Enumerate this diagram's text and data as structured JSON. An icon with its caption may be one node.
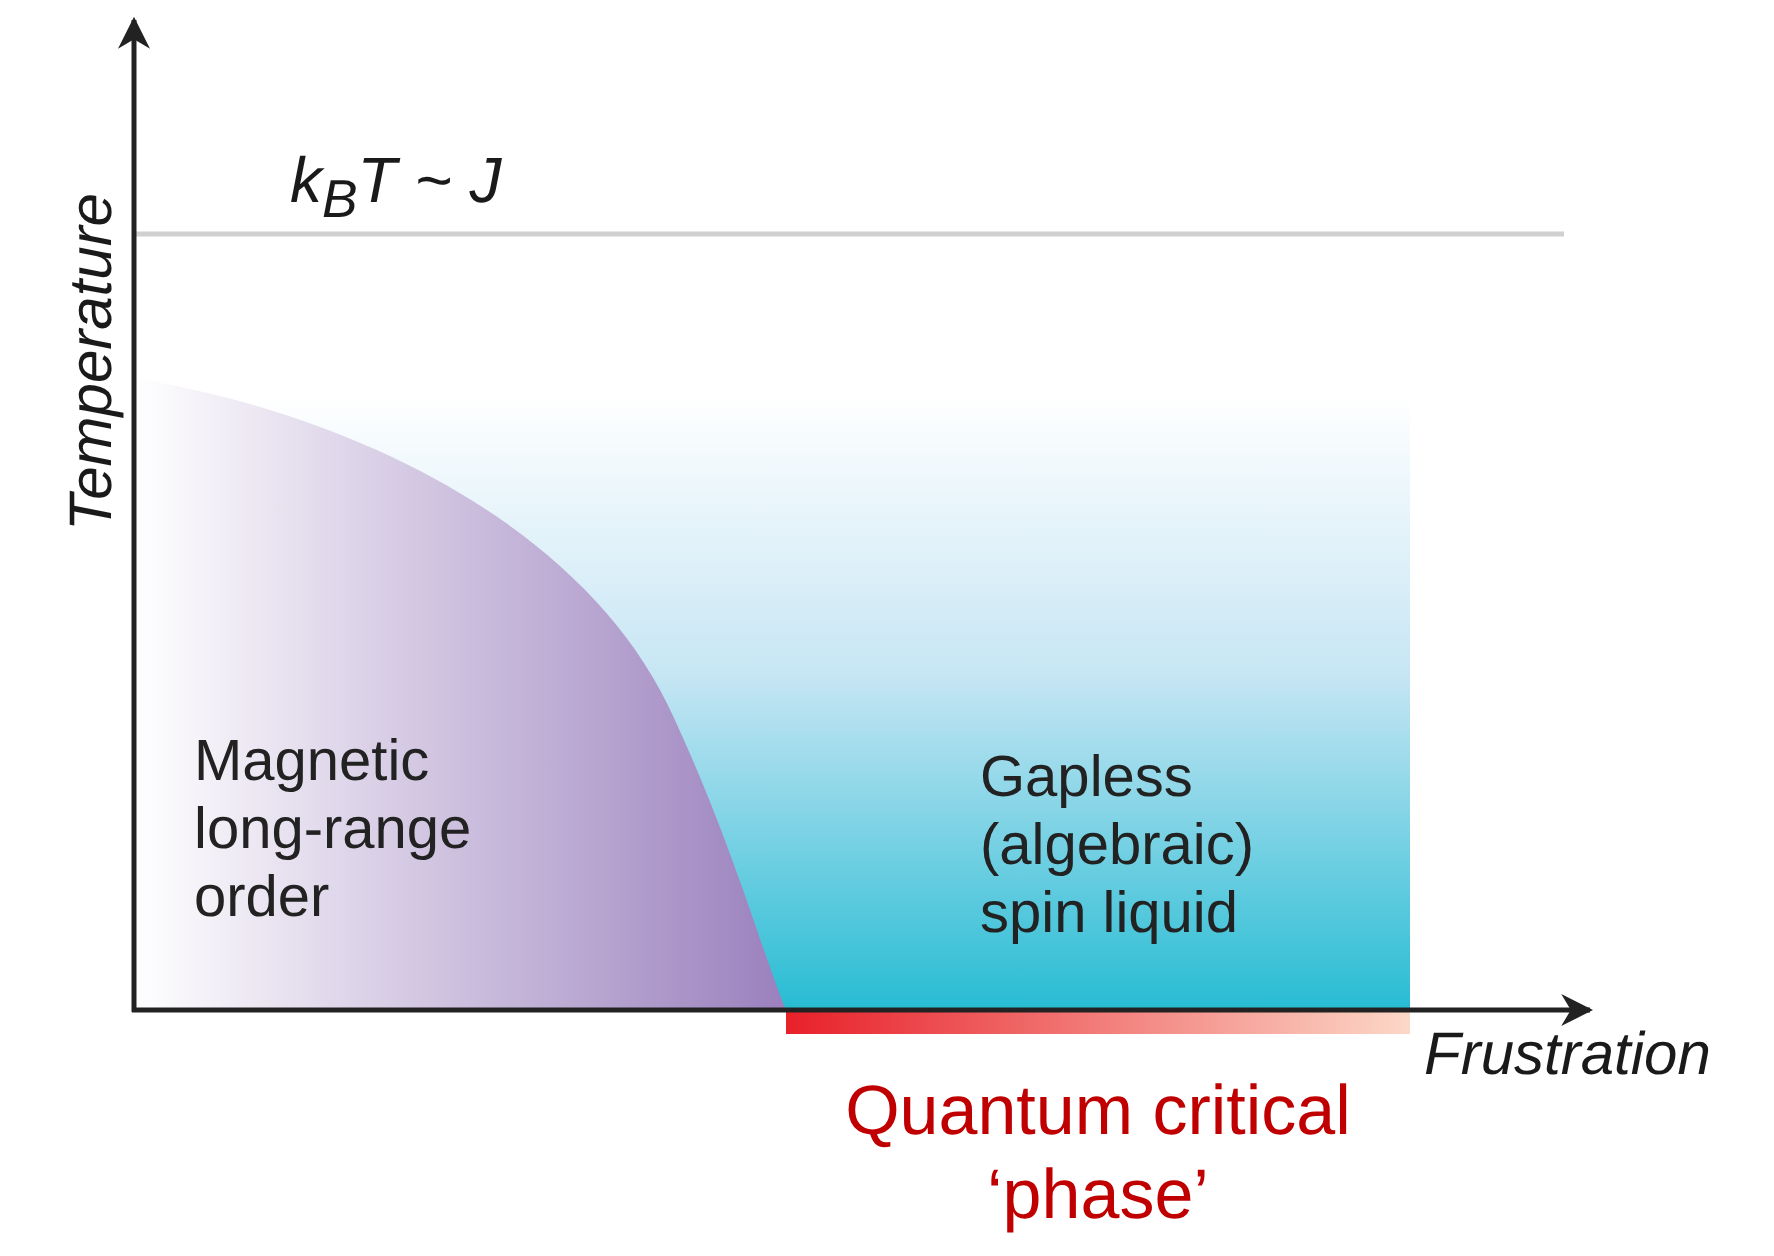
{
  "diagram": {
    "nodes": [
      {
        "text": [
          "Gapless (algebraic) spin liquid"
        ]
      },
      {
        "text": [
          "Magnetic long-range order"
        ]
      },
      {
        "text": [
          "Quantum critical ‘phase’"
        ]
      }
    ],
    "labels": [
      "k$_{B}$T ~ J",
      "Temperature",
      "Frustration"
    ]
  }
}
